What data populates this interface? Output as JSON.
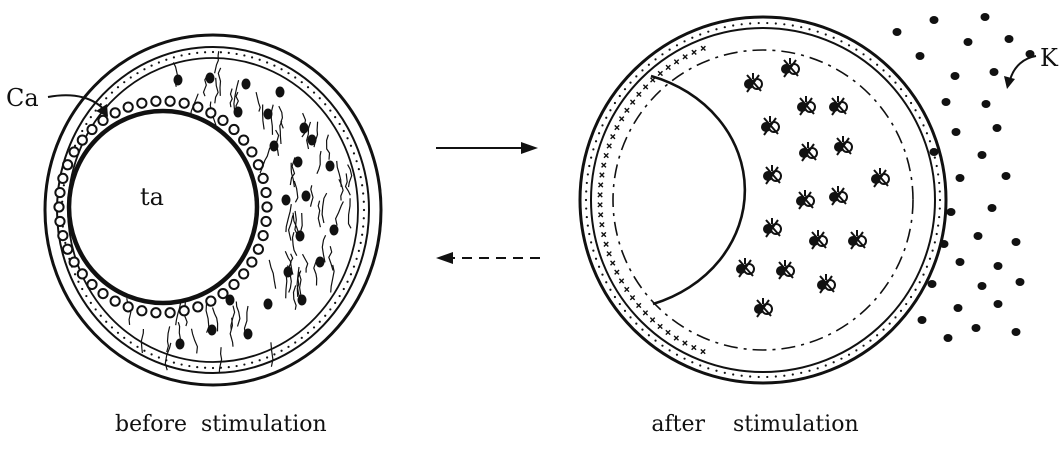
{
  "diagram": {
    "labels": {
      "ca": "Ca",
      "ta": "ta",
      "k": "K"
    },
    "captions": {
      "before": "before  stimulation",
      "after": "after    stimulation"
    },
    "arrows": {
      "forward": "solid",
      "reverse": "dashed"
    },
    "colors": {
      "ink": "#111111",
      "background": "#ffffff"
    }
  }
}
